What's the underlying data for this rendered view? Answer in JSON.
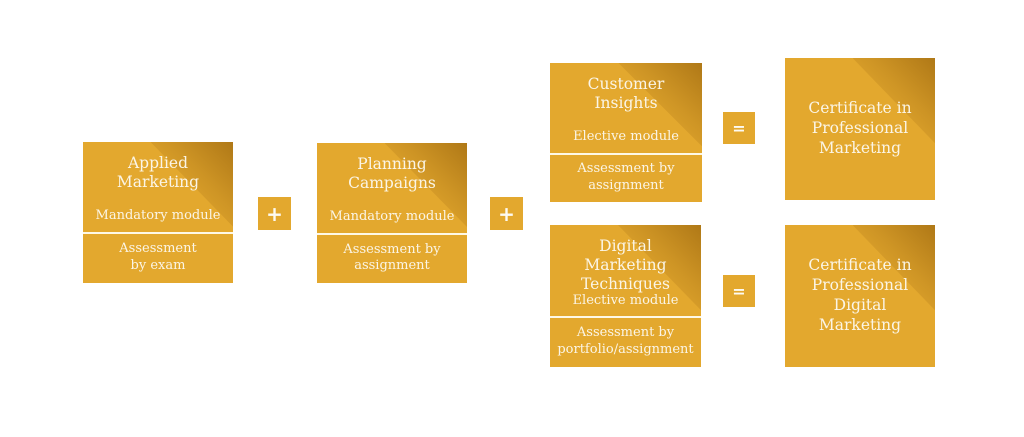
{
  "diagram": {
    "description": "Module pathway diagram: mandatory and elective modules combine into professional marketing certificates"
  },
  "colors": {
    "box_gold": "#e3a82e",
    "fold_dark_gold": "#8a5606",
    "text_cream": "#fbf5e6",
    "background": "#ffffff",
    "divider": "#fffcf0"
  },
  "operators": {
    "plus_1": "+",
    "plus_2": "+",
    "equals_1": "=",
    "equals_2": "="
  },
  "modules": [
    {
      "title": "Applied Marketing",
      "type": "Mandatory module",
      "assessment": "Assessment by exam"
    },
    {
      "title": "Planning Campaigns",
      "type": "Mandatory module",
      "assessment": "Assessment by assignment"
    },
    {
      "title": "Customer Insights",
      "type": "Elective module",
      "assessment": "Assessment by assignment"
    },
    {
      "title": "Digital Marketing Techniques",
      "type": "Elective module",
      "assessment": "Assessment by portfolio/assignment"
    }
  ],
  "certificates": [
    {
      "title": "Certificate in Professional Marketing"
    },
    {
      "title": "Certificate in Professional Digital Marketing"
    }
  ]
}
